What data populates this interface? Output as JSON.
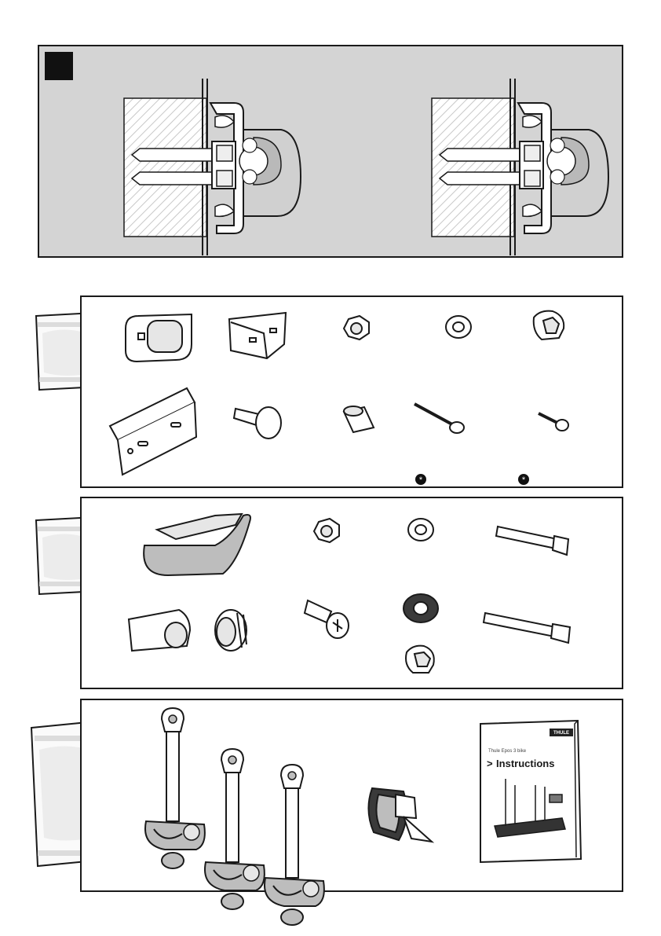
{
  "page": {
    "step_label": "",
    "hardware_markers": [
      "asterisk-marker",
      "asterisk-marker"
    ]
  },
  "manual": {
    "brand": "THULE",
    "subtitle": "Thule Epos 3 bike",
    "arrow": ">",
    "title": "Instructions"
  },
  "colors": {
    "panel_gray": "#d4d4d4",
    "outline": "#1a1a1a",
    "part_fill": "#ffffff",
    "part_shade": "#bdbdbd"
  },
  "icons": {
    "bag": "parts-bag-icon",
    "marker": "asterisk-circle-icon"
  }
}
